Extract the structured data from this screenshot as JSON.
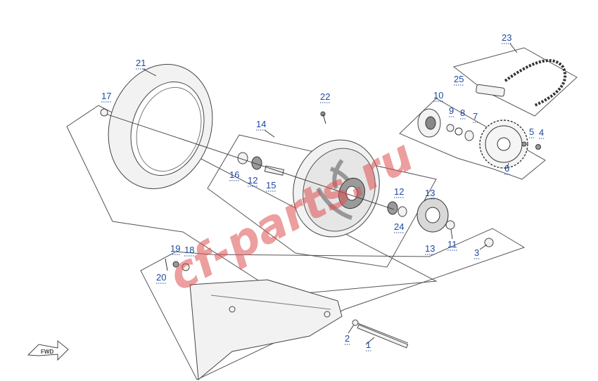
{
  "diagram": {
    "watermark": "cf-parts.ru",
    "fwd_label": "FWD",
    "callouts": [
      "1",
      "2",
      "3",
      "4",
      "5",
      "6",
      "7",
      "8",
      "9",
      "10",
      "11",
      "12",
      "12",
      "13",
      "13",
      "14",
      "15",
      "16",
      "17",
      "18",
      "19",
      "20",
      "21",
      "22",
      "23",
      "24",
      "25"
    ]
  },
  "colors": {
    "callout": "#1f4aa0",
    "watermark": "#e05050",
    "line": "#444444"
  }
}
